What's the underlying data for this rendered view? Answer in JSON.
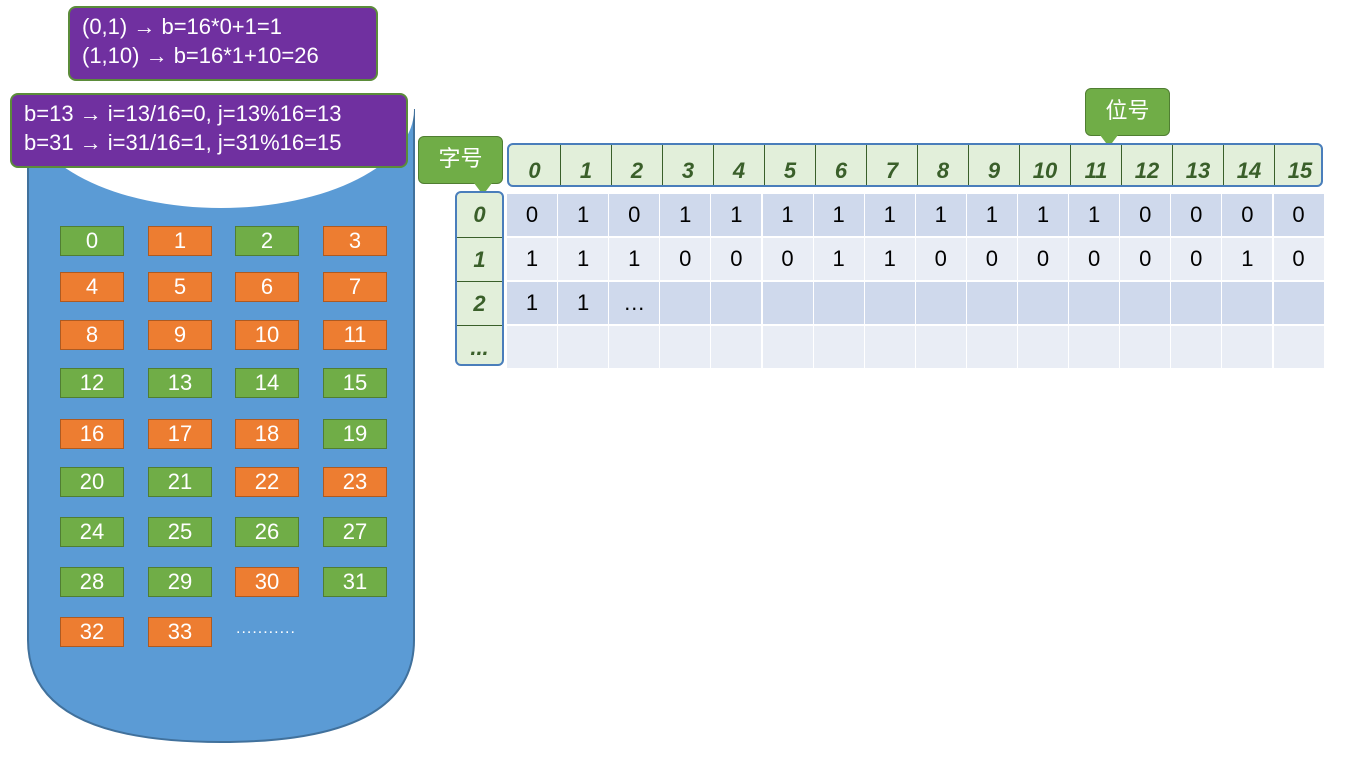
{
  "formulas_top": [
    "(0,1) → b=16*0+1=1",
    "(1,10) → b=16*1+10=26"
  ],
  "formulas_bottom": [
    "b=13 → i=13/16=0, j=13%16=13",
    "b=31 → i=31/16=1, j=31%16=15"
  ],
  "colors": {
    "disk": "#5b9bd5",
    "free_block": "#70ad47",
    "used_block": "#ed7d31",
    "callout": "#7030a0",
    "header_bg": "#e2efda",
    "row_dark": "#cfd9ec",
    "row_light": "#e9edf5"
  },
  "disk": {
    "block_status": [
      "free",
      "used",
      "free",
      "used",
      "used",
      "used",
      "used",
      "used",
      "used",
      "used",
      "used",
      "used",
      "free",
      "free",
      "free",
      "free",
      "used",
      "used",
      "used",
      "free",
      "free",
      "free",
      "used",
      "used",
      "free",
      "free",
      "free",
      "free",
      "free",
      "free",
      "used",
      "free",
      "used",
      "used"
    ],
    "blocks": [
      "0",
      "1",
      "2",
      "3",
      "4",
      "5",
      "6",
      "7",
      "8",
      "9",
      "10",
      "11",
      "12",
      "13",
      "14",
      "15",
      "16",
      "17",
      "18",
      "19",
      "20",
      "21",
      "22",
      "23",
      "24",
      "25",
      "26",
      "27",
      "28",
      "29",
      "30",
      "31",
      "32",
      "33"
    ],
    "ellipsis": "..........."
  },
  "bitmap": {
    "bit_label": "位号",
    "word_label": "字号",
    "bit_headers": [
      "0",
      "1",
      "2",
      "3",
      "4",
      "5",
      "6",
      "7",
      "8",
      "9",
      "10",
      "11",
      "12",
      "13",
      "14",
      "15"
    ],
    "word_headers": [
      "0",
      "1",
      "2",
      "..."
    ],
    "rows": [
      [
        "0",
        "1",
        "0",
        "1",
        "1",
        "1",
        "1",
        "1",
        "1",
        "1",
        "1",
        "1",
        "0",
        "0",
        "0",
        "0"
      ],
      [
        "1",
        "1",
        "1",
        "0",
        "0",
        "0",
        "1",
        "1",
        "0",
        "0",
        "0",
        "0",
        "0",
        "0",
        "1",
        "0"
      ],
      [
        "1",
        "1",
        "…",
        "",
        "",
        "",
        "",
        "",
        "",
        "",
        "",
        "",
        "",
        "",
        "",
        ""
      ],
      [
        "",
        "",
        "",
        "",
        "",
        "",
        "",
        "",
        "",
        "",
        "",
        "",
        "",
        "",
        "",
        ""
      ]
    ]
  }
}
